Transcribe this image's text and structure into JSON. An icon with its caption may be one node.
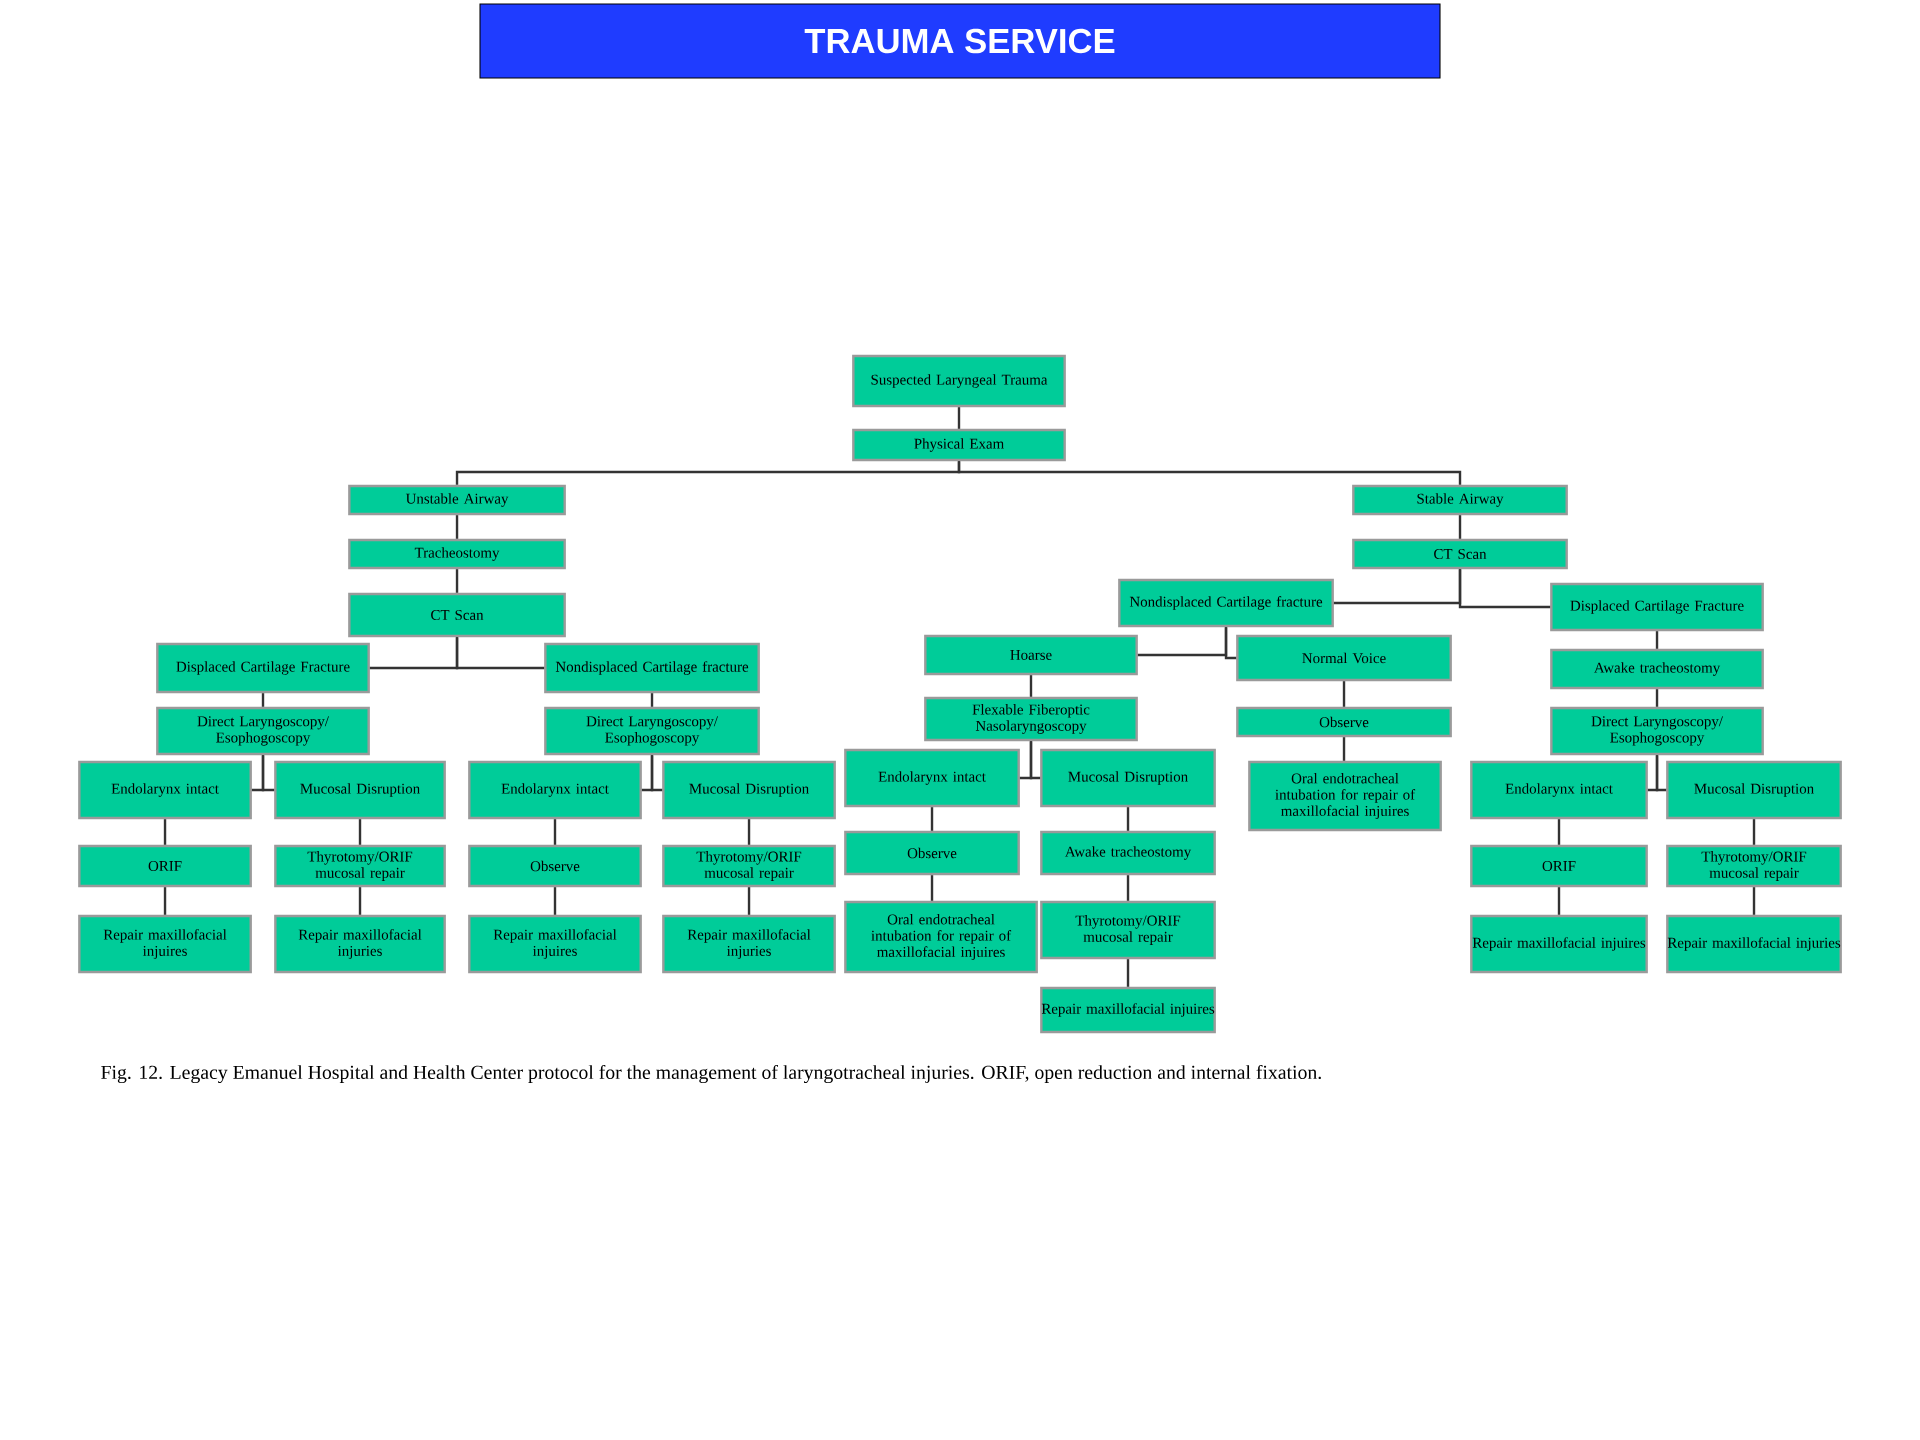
{
  "diagram": {
    "title": "TRAUMA SERVICE",
    "caption": "Fig. 12. Legacy Emanuel Hospital and Health Center protocol for the management of laryngotracheal injuries. ORIF, open reduction and internal fixation.",
    "nodes": [
      {
        "text": [
          "Suspected Laryngeal Trauma"
        ]
      },
      {
        "text": [
          "Physical Exam"
        ]
      },
      {
        "text": [
          "Unstable Airway"
        ]
      },
      {
        "text": [
          "Tracheostomy"
        ]
      },
      {
        "text": [
          "CT Scan"
        ]
      },
      {
        "text": [
          "Displaced Cartilage Fracture"
        ]
      },
      {
        "text": [
          "Nondisplaced Cartilage fracture"
        ]
      },
      {
        "text": [
          "Direct Laryngoscopy/ Esophogoscopy"
        ]
      },
      {
        "text": [
          "Endolarynx intact"
        ]
      },
      {
        "text": [
          "Mucosal Disruption"
        ]
      },
      {
        "text": [
          "ORIF"
        ]
      },
      {
        "text": [
          "Thyrotomy/ORIF mucosal repair"
        ]
      },
      {
        "text": [
          "Repair maxillofacial injuires"
        ]
      },
      {
        "text": [
          "Repair maxillofacial injuries"
        ]
      },
      {
        "text": [
          "Direct Laryngoscopy/ Esophogoscopy"
        ]
      },
      {
        "text": [
          "Endolarynx intact"
        ]
      },
      {
        "text": [
          "Mucosal Disruption"
        ]
      },
      {
        "text": [
          "Observe"
        ]
      },
      {
        "text": [
          "Thyrotomy/ORIF mucosal repair"
        ]
      },
      {
        "text": [
          "Repair maxillofacial injuires"
        ]
      },
      {
        "text": [
          "Repair maxillofacial injuries"
        ]
      },
      {
        "text": [
          "Stable Airway"
        ]
      },
      {
        "text": [
          "CT Scan"
        ]
      },
      {
        "text": [
          "Nondisplaced Cartilage fracture"
        ]
      },
      {
        "text": [
          "Displaced Cartilage Fracture"
        ]
      },
      {
        "text": [
          "Hoarse"
        ]
      },
      {
        "text": [
          "Normal Voice"
        ]
      },
      {
        "text": [
          "Flexable Fiberoptic Nasolaryngoscopy"
        ]
      },
      {
        "text": [
          "Endolarynx intact"
        ]
      },
      {
        "text": [
          "Mucosal Disruption"
        ]
      },
      {
        "text": [
          "Observe"
        ]
      },
      {
        "text": [
          "Oral endotracheal intubation for repair of maxillofacial injuires"
        ]
      },
      {
        "text": [
          "Awake tracheostomy"
        ]
      },
      {
        "text": [
          "Thyrotomy/ORIF mucosal repair"
        ]
      },
      {
        "text": [
          "Repair maxillofacial injuires"
        ]
      },
      {
        "text": [
          "Observe"
        ]
      },
      {
        "text": [
          "Oral endotracheal intubation for repair of maxillofacial injuires"
        ]
      },
      {
        "text": [
          "Awake tracheostomy"
        ]
      },
      {
        "text": [
          "Direct Laryngoscopy/ Esophogoscopy"
        ]
      },
      {
        "text": [
          "Endolarynx intact"
        ]
      },
      {
        "text": [
          "Mucosal Disruption"
        ]
      },
      {
        "text": [
          "ORIF"
        ]
      },
      {
        "text": [
          "Thyrotomy/ORIF mucosal repair"
        ]
      },
      {
        "text": [
          "Repair maxillofacial injuires"
        ]
      },
      {
        "text": [
          "Repair maxillofacial injuries"
        ]
      }
    ],
    "edges": [
      {
        "from": 0,
        "to": 1,
        "arrow": "none"
      },
      {
        "from": 1,
        "to": 2,
        "arrow": "none"
      },
      {
        "from": 1,
        "to": 21,
        "arrow": "none"
      },
      {
        "from": 2,
        "to": 3,
        "arrow": "none"
      },
      {
        "from": 3,
        "to": 4,
        "arrow": "none"
      },
      {
        "from": 4,
        "to": 5,
        "arrow": "none"
      },
      {
        "from": 4,
        "to": 6,
        "arrow": "none"
      },
      {
        "from": 5,
        "to": 7,
        "arrow": "none"
      },
      {
        "from": 7,
        "to": 8,
        "arrow": "none"
      },
      {
        "from": 7,
        "to": 9,
        "arrow": "none"
      },
      {
        "from": 8,
        "to": 10,
        "arrow": "none"
      },
      {
        "from": 10,
        "to": 12,
        "arrow": "none"
      },
      {
        "from": 9,
        "to": 11,
        "arrow": "none"
      },
      {
        "from": 11,
        "to": 13,
        "arrow": "none"
      },
      {
        "from": 6,
        "to": 14,
        "arrow": "none"
      },
      {
        "from": 14,
        "to": 15,
        "arrow": "none"
      },
      {
        "from": 14,
        "to": 16,
        "arrow": "none"
      },
      {
        "from": 15,
        "to": 17,
        "arrow": "none"
      },
      {
        "from": 17,
        "to": 19,
        "arrow": "none"
      },
      {
        "from": 16,
        "to": 18,
        "arrow": "none"
      },
      {
        "from": 18,
        "to": 20,
        "arrow": "none"
      },
      {
        "from": 21,
        "to": 22,
        "arrow": "none"
      },
      {
        "from": 22,
        "to": 23,
        "arrow": "none"
      },
      {
        "from": 22,
        "to": 24,
        "arrow": "none"
      },
      {
        "from": 23,
        "to": 25,
        "arrow": "none"
      },
      {
        "from": 23,
        "to": 26,
        "arrow": "none"
      },
      {
        "from": 25,
        "to": 27,
        "arrow": "none"
      },
      {
        "from": 27,
        "to": 28,
        "arrow": "none"
      },
      {
        "from": 27,
        "to": 29,
        "arrow": "none"
      },
      {
        "from": 28,
        "to": 30,
        "arrow": "none"
      },
      {
        "from": 30,
        "to": 31,
        "arrow": "none"
      },
      {
        "from": 29,
        "to": 32,
        "arrow": "none"
      },
      {
        "from": 32,
        "to": 33,
        "arrow": "none"
      },
      {
        "from": 33,
        "to": 34,
        "arrow": "none"
      },
      {
        "from": 26,
        "to": 35,
        "arrow": "none"
      },
      {
        "from": 35,
        "to": 36,
        "arrow": "none"
      },
      {
        "from": 24,
        "to": 37,
        "arrow": "none"
      },
      {
        "from": 37,
        "to": 38,
        "arrow": "none"
      },
      {
        "from": 38,
        "to": 39,
        "arrow": "none"
      },
      {
        "from": 38,
        "to": 40,
        "arrow": "none"
      },
      {
        "from": 39,
        "to": 41,
        "arrow": "none"
      },
      {
        "from": 41,
        "to": 43,
        "arrow": "none"
      },
      {
        "from": 40,
        "to": 42,
        "arrow": "none"
      },
      {
        "from": 42,
        "to": 44,
        "arrow": "none"
      }
    ]
  }
}
